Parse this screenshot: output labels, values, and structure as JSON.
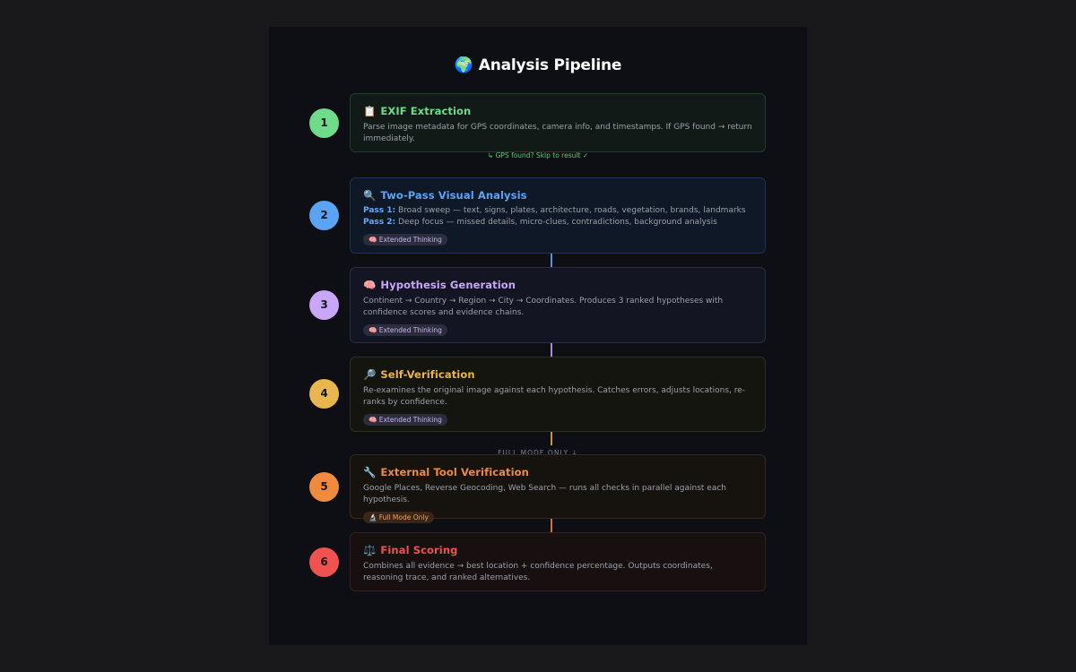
{
  "title": {
    "emoji": "🌍",
    "text": "Analysis Pipeline"
  },
  "steps": [
    {
      "number": "1",
      "icon": "📋",
      "title": "EXIF Extraction",
      "desc": "Parse image metadata for GPS coordinates, camera info, and timestamps. If GPS found → return immediately."
    },
    {
      "number": "2",
      "icon": "🔍",
      "title": "Two-Pass Visual Analysis",
      "pass1_label": "Pass 1:",
      "pass1_text": " Broad sweep — text, signs, plates, architecture, roads, vegetation, brands, landmarks",
      "pass2_label": "Pass 2:",
      "pass2_text": " Deep focus — missed details, micro-clues, contradictions, background analysis",
      "badge": "🧠 Extended Thinking"
    },
    {
      "number": "3",
      "icon": "🧠",
      "title": "Hypothesis Generation",
      "desc": "Continent → Country → Region → City → Coordinates. Produces 3 ranked hypotheses with confidence scores and evidence chains.",
      "badge": "🧠 Extended Thinking"
    },
    {
      "number": "4",
      "icon": "🔎",
      "title": "Self-Verification",
      "desc": "Re-examines the original image against each hypothesis. Catches errors, adjusts locations, re-ranks by confidence.",
      "badge": "🧠 Extended Thinking"
    },
    {
      "number": "5",
      "icon": "🔧",
      "title": "External Tool Verification",
      "desc": "Google Places, Reverse Geocoding, Web Search — runs all checks in parallel against each hypothesis.",
      "badge": "🔬 Full Mode Only"
    },
    {
      "number": "6",
      "icon": "⚖️",
      "title": "Final Scoring",
      "desc": "Combines all evidence → best location + confidence percentage. Outputs coordinates, reasoning trace, and ranked alternatives."
    }
  ],
  "skip_note": "↳ GPS found? Skip to result ✓",
  "full_mode_note": "FULL MODE ONLY ↓",
  "colors": {
    "step1": "#6fdc8c",
    "step2": "#5ba4f5",
    "step3": "#c9a6f7",
    "step4": "#e8b64c",
    "step5": "#f08a3c",
    "step6": "#f05252"
  }
}
